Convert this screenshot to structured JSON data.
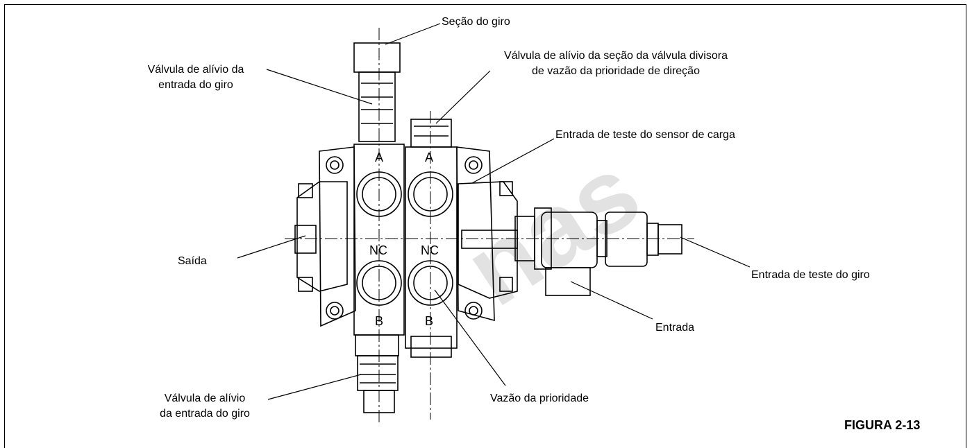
{
  "labels": {
    "secao_giro": "Seção do giro",
    "valvula_alivio_entrada_giro_top_l1": "Válvula de alívio da",
    "valvula_alivio_entrada_giro_top_l2": "entrada do giro",
    "valvula_alivio_divisora_l1": "Válvula de alívio da seção da válvula divisora",
    "valvula_alivio_divisora_l2": "de vazão da prioridade de direção",
    "entrada_teste_sensor": "Entrada de teste do sensor de carga",
    "saida": "Saída",
    "entrada_teste_giro": "Entrada de teste do giro",
    "entrada": "Entrada",
    "valvula_alivio_entrada_giro_bot_l1": "Válvula de alívio",
    "valvula_alivio_entrada_giro_bot_l2": "da entrada do giro",
    "vazao_prioridade": "Vazão da prioridade"
  },
  "port_marks": {
    "a_left": "A",
    "a_right": "A",
    "nc_left": "NC",
    "nc_right": "NC",
    "b_left": "B",
    "b_right": "B"
  },
  "figure_caption": "FIGURA 2-13"
}
